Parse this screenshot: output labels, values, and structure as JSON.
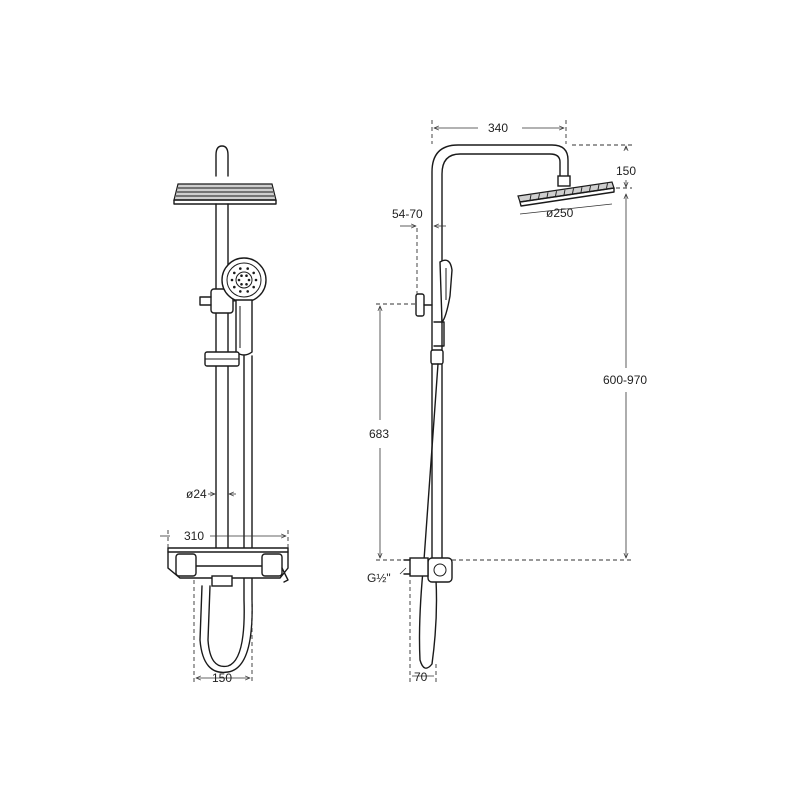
{
  "drawing": {
    "line_color": "#1a1a1a",
    "background": "#ffffff"
  },
  "front_view": {
    "dims": {
      "pipe_diameter": "ø24",
      "thermostat_width": "310",
      "hose_width": "150"
    }
  },
  "side_view": {
    "dims": {
      "arm_length": "340",
      "head_offset": "150",
      "head_diameter": "ø250",
      "wall_offset": "54-70",
      "height_to_holder": "683",
      "height_adjust": "600-970",
      "connection_thread": "G½\"",
      "bottom_depth": "70"
    }
  }
}
